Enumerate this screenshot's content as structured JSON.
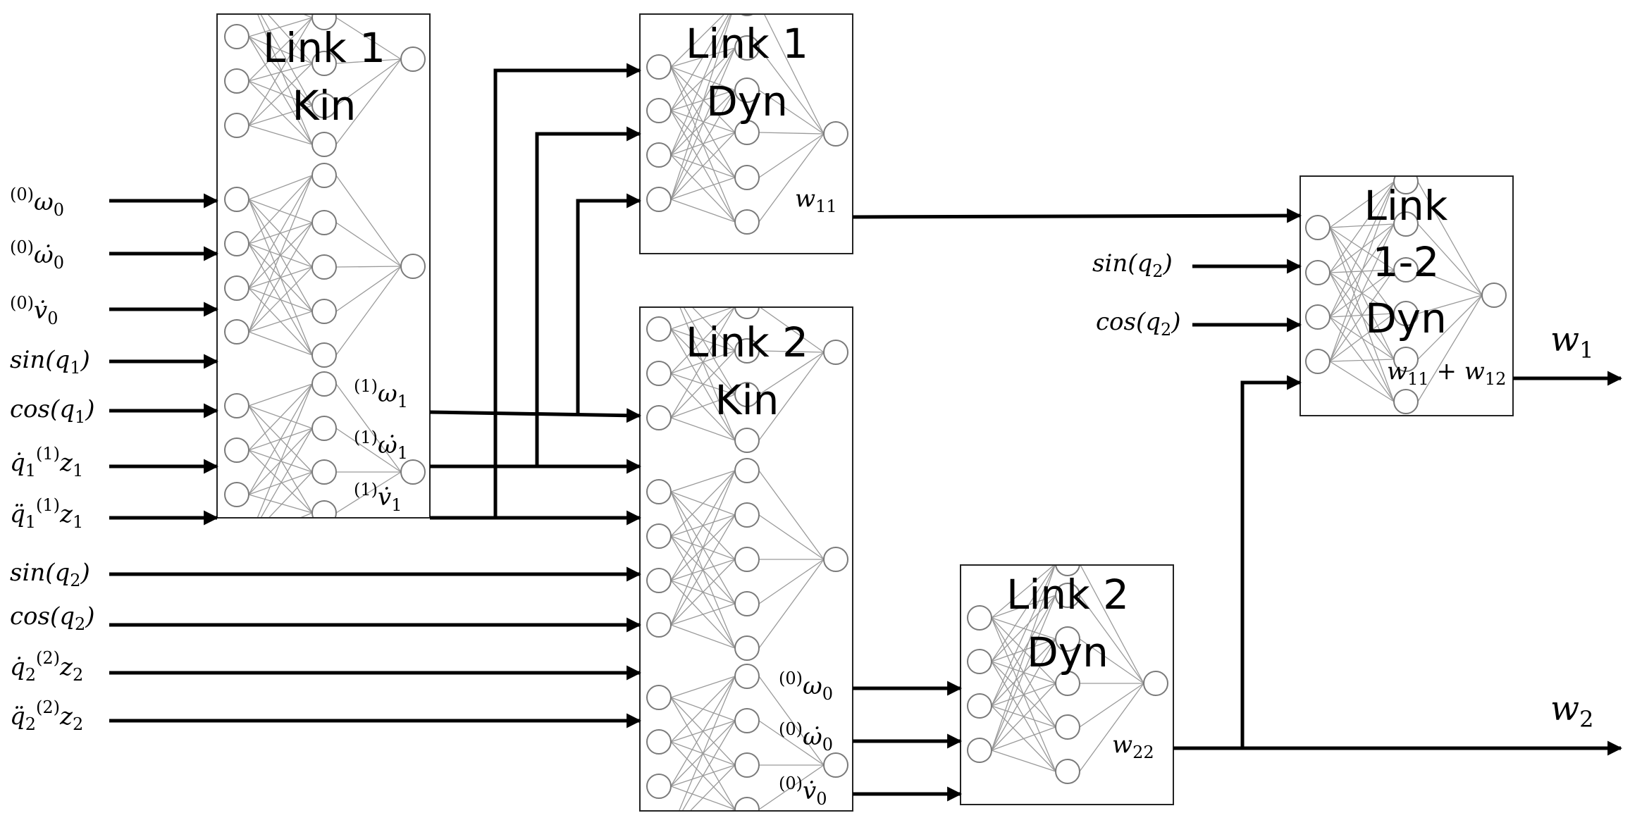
{
  "blocks": {
    "link1_kin": [
      "Link 1",
      "Kin"
    ],
    "link1_dyn": [
      "Link 1",
      "Dyn"
    ],
    "link2_kin": [
      "Link 2",
      "Kin"
    ],
    "link2_dyn": [
      "Link 2",
      "Dyn"
    ],
    "link12_dyn": [
      "Link",
      "1-2",
      "Dyn"
    ]
  },
  "inputs": {
    "link1_kin": [
      "(0)ω0",
      "(0)ω̇0",
      "(0)v̇0",
      "sin(q1)",
      "cos(q1)",
      "q̇1 (1)z1",
      "q̈1 (1)z1"
    ],
    "link2_kin": [
      "sin(q2)",
      "cos(q2)",
      "q̇2 (2)z2",
      "q̈2 (2)z2"
    ],
    "link12_dyn": [
      "sin(q2)",
      "cos(q2)"
    ]
  },
  "internal_labels": {
    "link1_kin_outputs": [
      "(1)ω1",
      "(1)ω̇1",
      "(1)v̇1"
    ],
    "link2_kin_outputs": [
      "(0)ω0",
      "(0)ω̇0",
      "(0)v̇0"
    ],
    "link1_dyn_output": "w11",
    "link2_dyn_output": "w22",
    "link12_dyn_output": "w11 + w12"
  },
  "outputs": [
    "w1",
    "w2"
  ]
}
